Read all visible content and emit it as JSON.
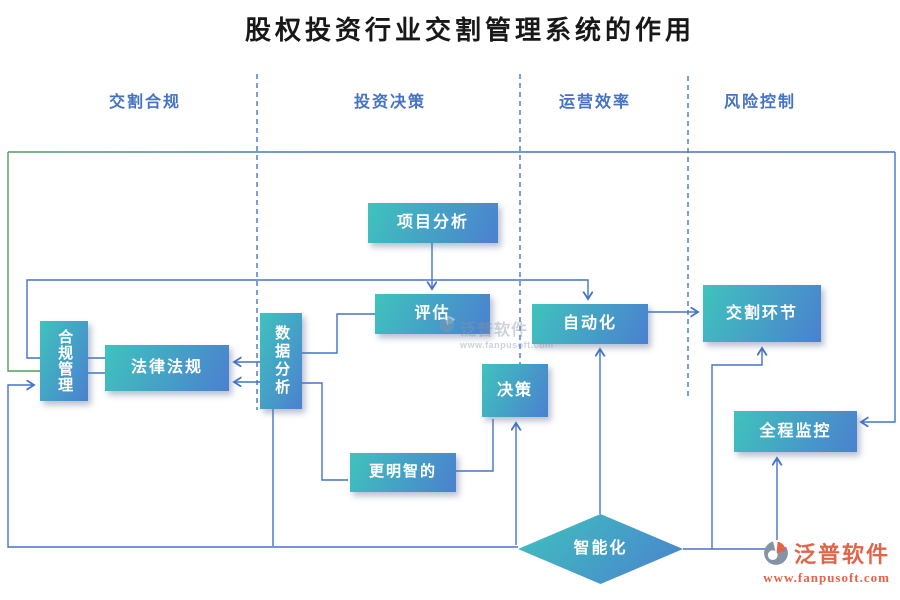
{
  "title": "股权投资行业交割管理系统的作用",
  "columns": [
    {
      "label": "交割合规"
    },
    {
      "label": "投资决策"
    },
    {
      "label": "运营效率"
    },
    {
      "label": "风险控制"
    }
  ],
  "nodes": {
    "project_analysis": {
      "label": "项目分析"
    },
    "evaluation": {
      "label": "评估"
    },
    "data_analysis": {
      "label": "数据分析"
    },
    "legal_regulations": {
      "label": "法律法规"
    },
    "compliance_management": {
      "label": "合规管理"
    },
    "automation": {
      "label": "自动化"
    },
    "delivery_link": {
      "label": "交割环节"
    },
    "decision": {
      "label": "决策"
    },
    "smarter": {
      "label": "更明智的"
    },
    "full_monitoring": {
      "label": "全程监控"
    },
    "intelligence": {
      "label": "智能化"
    }
  },
  "edges": [
    {
      "from": "project_analysis",
      "to": "evaluation"
    },
    {
      "from": "data_analysis",
      "to": "evaluation"
    },
    {
      "from": "data_analysis",
      "to": "legal_regulations",
      "note": "two parallel arrows"
    },
    {
      "from": "compliance_management",
      "to": "legal_regulations",
      "note": "two parallel links"
    },
    {
      "from": "compliance_management",
      "to": "automation"
    },
    {
      "from": "automation",
      "to": "delivery_link"
    },
    {
      "from": "intelligence",
      "to": "automation"
    },
    {
      "from": "intelligence",
      "to": "decision"
    },
    {
      "from": "intelligence",
      "to": "delivery_link"
    },
    {
      "from": "intelligence",
      "to": "full_monitoring"
    },
    {
      "from": "intelligence",
      "to": "compliance_management"
    },
    {
      "from": "data_analysis",
      "to": "smarter"
    },
    {
      "from": "data_analysis",
      "to": "intelligence"
    },
    {
      "from": "smarter",
      "to": "decision"
    },
    {
      "from": "compliance_management",
      "to": "full_monitoring",
      "note": "outer frame loop"
    }
  ],
  "watermark_center": {
    "brand": "泛普软件",
    "url": "www.fanpusoft.com"
  },
  "watermark_corner": {
    "brand": "泛普软件",
    "url": "www.fanpusoft.com"
  },
  "colors": {
    "header_text": "#4472c4",
    "connector_blue": "#4573c9",
    "connector_green": "#4fa05a",
    "node_gradient_start": "#3fc3bd",
    "node_gradient_end": "#4b80cf",
    "watermark_orange": "#e2654a",
    "watermark_grey": "#8b96a8",
    "title_text": "#181818"
  }
}
